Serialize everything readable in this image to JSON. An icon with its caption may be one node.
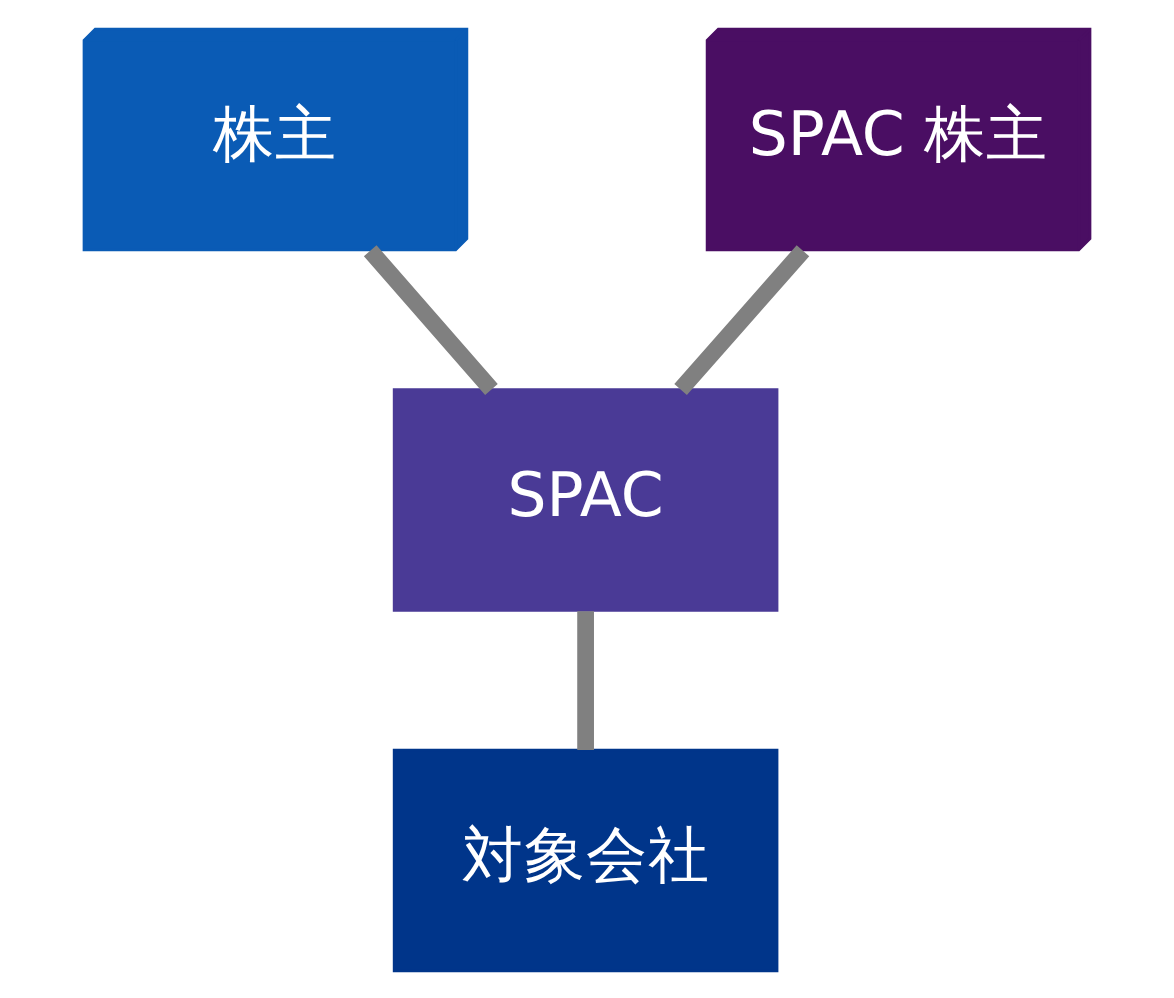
{
  "diagram": {
    "nodes": [
      {
        "text": [
          "株主"
        ]
      },
      {
        "text": [
          "SPAC 株主"
        ]
      },
      {
        "text": [
          "SPAC"
        ]
      },
      {
        "text": [
          "対象会社"
        ]
      }
    ],
    "edges": [
      {
        "from": 0,
        "to": 2,
        "arrow": "none"
      },
      {
        "from": 1,
        "to": 2,
        "arrow": "none"
      },
      {
        "from": 2,
        "to": 3,
        "arrow": "none"
      }
    ]
  }
}
